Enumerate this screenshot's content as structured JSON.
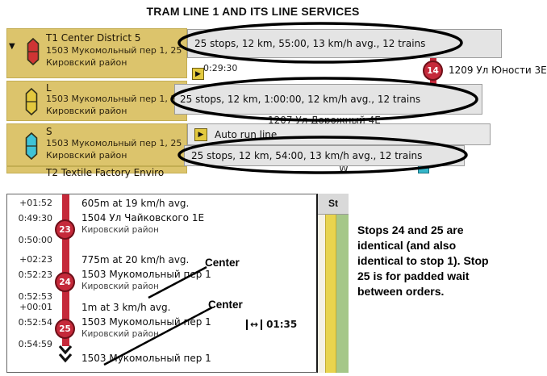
{
  "title": "TRAM LINE 1 AND ITS LINE SERVICES",
  "icons": {
    "expand_arrow": "▼",
    "play": "▶",
    "wait_arrows": "↔"
  },
  "colors": {
    "line_t1": "#cf3434",
    "line_l": "#e3c83e",
    "line_s": "#3fc3d6",
    "list_row_bg": "#dcc46c",
    "route_red": "#c5293a",
    "summary_bg": "#e4e4e4",
    "map_green": "#a5c788",
    "map_road_yellow": "#e8d44e",
    "teal_marker": "#35b6c9"
  },
  "line_list": {
    "lines": [
      {
        "name": "T1 Center District 5",
        "address": "1503 Мукомольный пер 1, 25",
        "district": "Кировский район"
      },
      {
        "name": "L",
        "address": "1503 Мукомольный пер 1, 2",
        "district": "Кировский район"
      },
      {
        "name": "S",
        "address": "1503 Мукомольный пер 1, 25",
        "district": "Кировский район"
      }
    ],
    "partial_next_line": "T2 Textile Factory Enviro",
    "partial_text_w": "W"
  },
  "line_details": {
    "summaries": [
      "25 stops, 12 km, 55:00, 13 km/h avg., 12 trains",
      "25 stops, 12 km, 1:00:00, 12 km/h avg., 12 trains",
      "25 stops, 12 km, 54:00, 13 km/h avg., 12 trains"
    ],
    "stop_row": {
      "time": "0:29:30",
      "badge": "14",
      "name": "1209 Ул Юности 3Е"
    },
    "partial_stop_name": "1207 Ул Дорожный 4Е",
    "auto_run_label": "Auto run line"
  },
  "schedule_panel": {
    "map_header_partial": "St",
    "segments": [
      {
        "offset": "+01:52",
        "info": "605m at 19 km/h avg."
      },
      {
        "offset": "+02:23",
        "info": "775m at 20 km/h avg."
      },
      {
        "offset": "+00:01",
        "info": "1m at 3 km/h avg."
      }
    ],
    "stops": [
      {
        "num": "23",
        "arrive": "0:49:30",
        "depart": "0:50:00",
        "name": "1504 Ул Чайковского 1Е",
        "district": "Кировский район"
      },
      {
        "num": "24",
        "arrive": "0:52:23",
        "depart": "0:52:53",
        "name": "1503 Мукомольный пер 1",
        "district": "Кировский район"
      },
      {
        "num": "25",
        "arrive": "0:52:54",
        "depart": "0:54:59",
        "name": "1503 Мукомольный пер 1",
        "district": "Кировский район"
      }
    ],
    "padded_wait": "01:35",
    "continuation_stop": "1503 Мукомольный пер 1"
  },
  "annotations": {
    "center_label_1": "Center",
    "center_label_2": "Center",
    "note": "Stops 24 and 25 are identical (and also identical to stop 1). Stop 25 is for padded wait between orders."
  }
}
